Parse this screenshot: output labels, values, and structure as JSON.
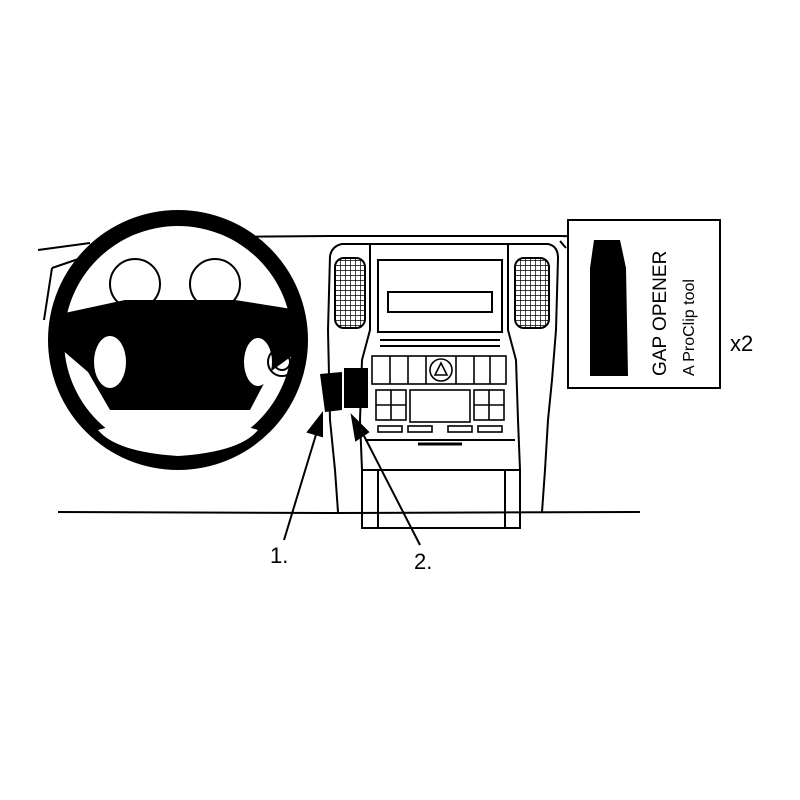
{
  "callouts": {
    "one": "1.",
    "two": "2."
  },
  "tool_box": {
    "title": "GAP OPENER",
    "subtitle": "A ProClip tool"
  },
  "quantity": "x2",
  "colors": {
    "ink": "#000000",
    "paper": "#ffffff"
  }
}
